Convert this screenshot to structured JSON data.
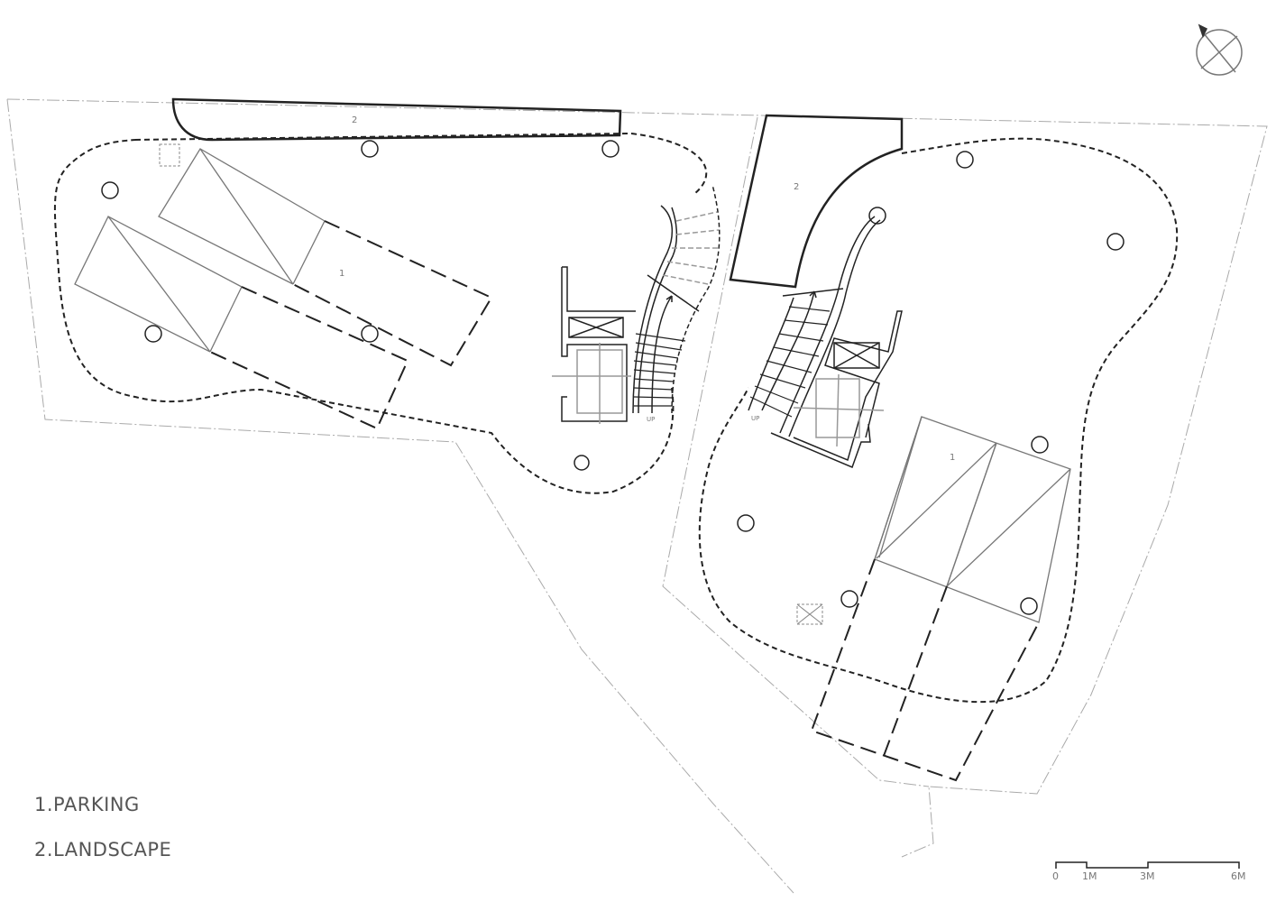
{
  "plan": {
    "area_labels": {
      "parking_left": "1",
      "landscape_left": "2",
      "landscape_right": "2",
      "parking_right": "1"
    },
    "stair_labels": {
      "left": "UP",
      "right": "UP"
    }
  },
  "legend": {
    "items": [
      "1.PARKING",
      "2.LANDSCAPE"
    ]
  },
  "scale_bar": {
    "labels": [
      "0",
      "1M",
      "3M",
      "6M"
    ]
  },
  "icons": {
    "north_arrow": "compass-north-arrow-icon"
  },
  "colors": {
    "line": "#222222",
    "secondary_line": "#888888",
    "boundary": "#aaaaaa"
  }
}
